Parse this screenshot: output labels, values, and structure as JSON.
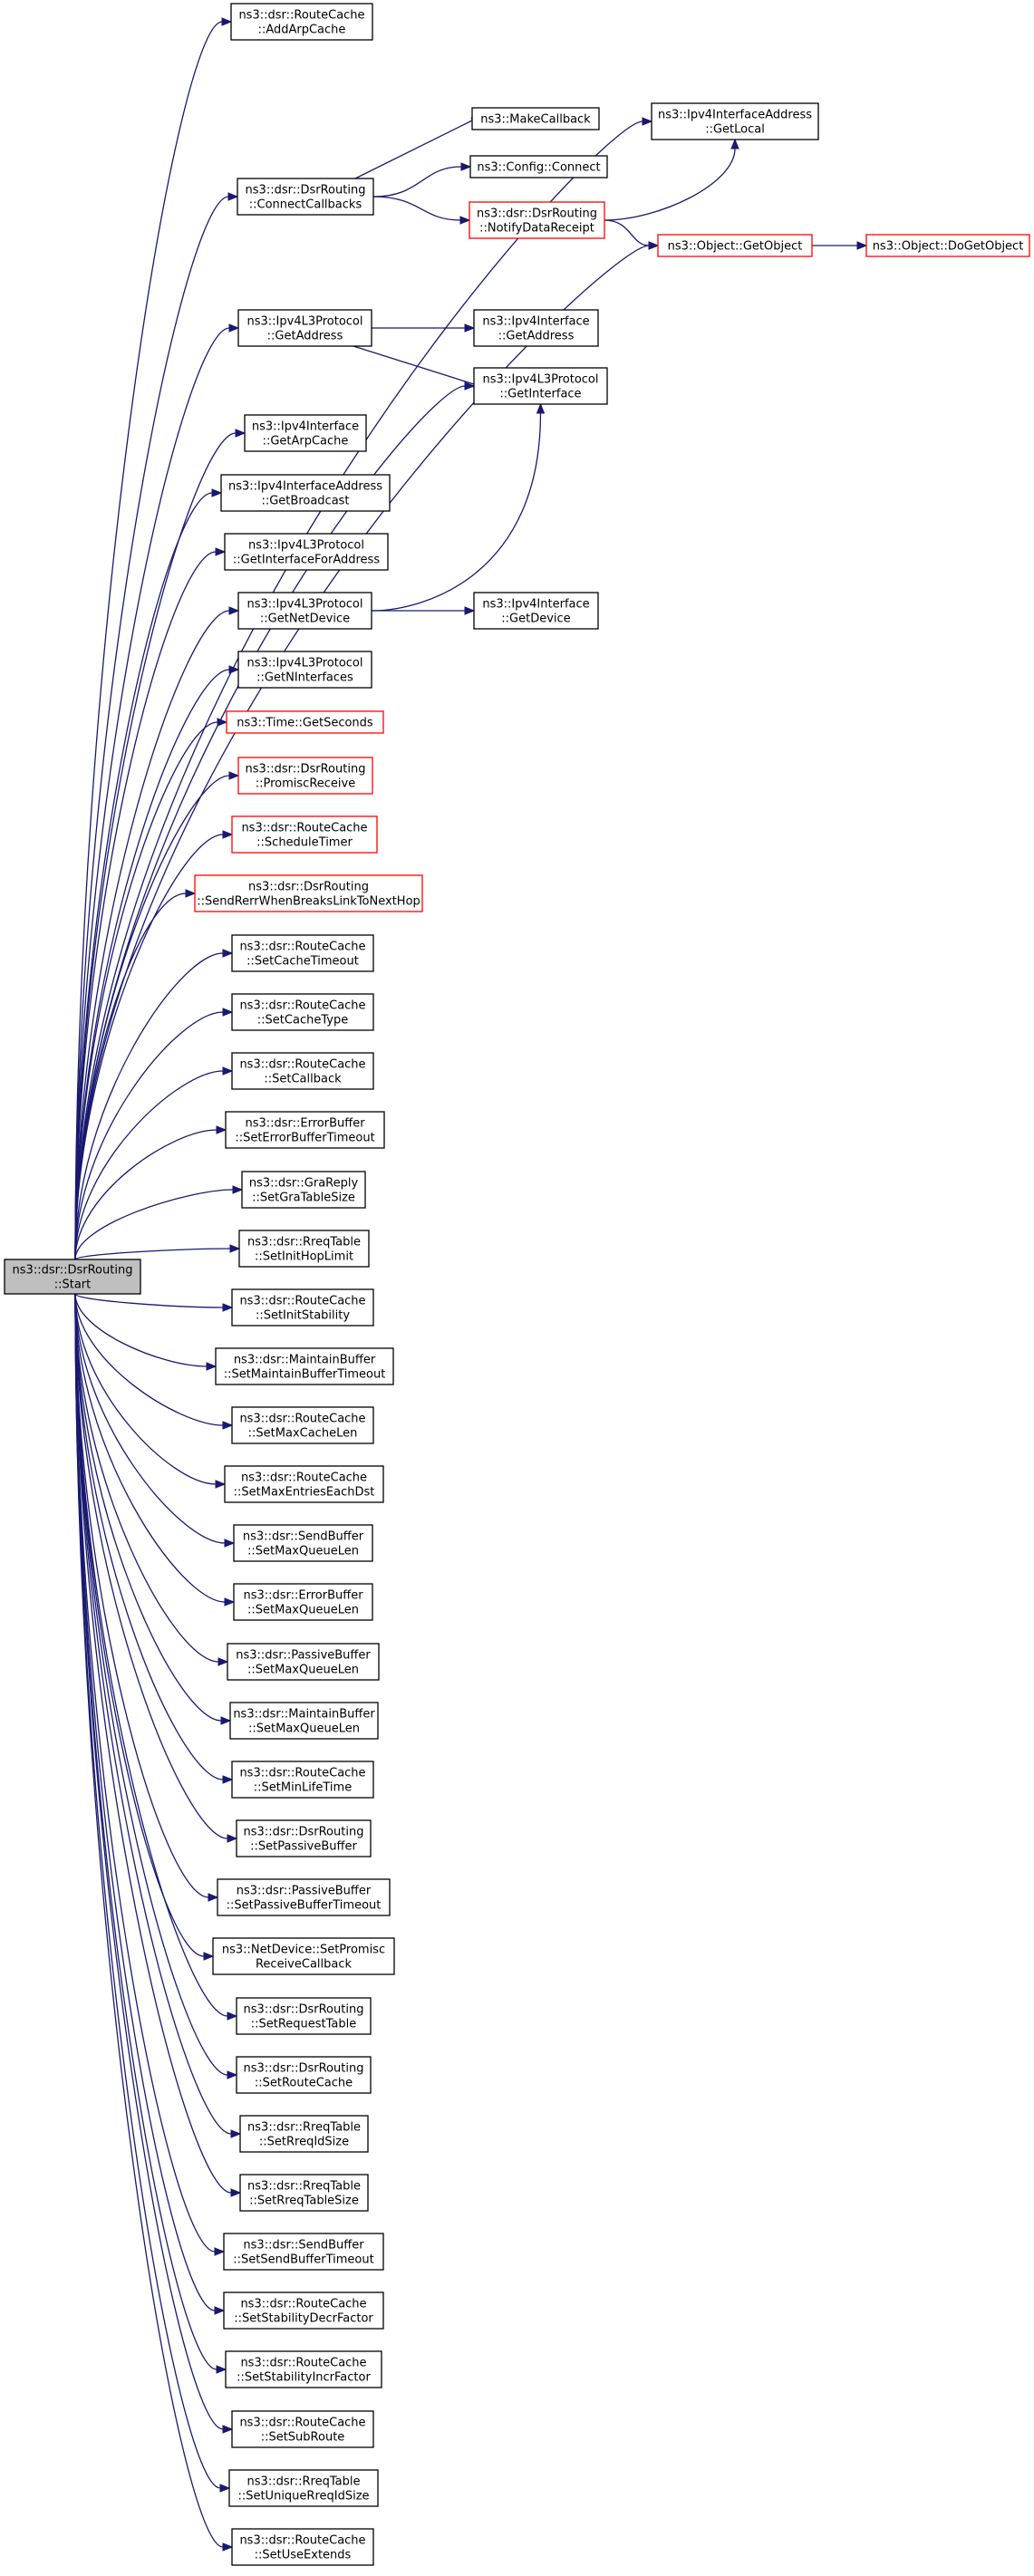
{
  "diagram": {
    "colors": {
      "edge": "#191970",
      "node_border": "#000000",
      "node_border_truncated": "#ff0000",
      "root_fill": "#bfbfbf",
      "node_fill": "#ffffff",
      "text": "#000000"
    },
    "nodes": [
      {
        "id": "start",
        "lines": [
          "ns3::dsr::DsrRouting",
          "::Start"
        ],
        "root": true
      },
      {
        "id": "addArpCache",
        "lines": [
          "ns3::dsr::RouteCache",
          "::AddArpCache"
        ]
      },
      {
        "id": "makeCallback",
        "lines": [
          "ns3::MakeCallback"
        ]
      },
      {
        "id": "getLocal",
        "lines": [
          "ns3::Ipv4InterfaceAddress",
          "::GetLocal"
        ]
      },
      {
        "id": "connectCallbacks",
        "lines": [
          "ns3::dsr::DsrRouting",
          "::ConnectCallbacks"
        ]
      },
      {
        "id": "configConnect",
        "lines": [
          "ns3::Config::Connect"
        ]
      },
      {
        "id": "notifyDataReceipt",
        "lines": [
          "ns3::dsr::DsrRouting",
          "::NotifyDataReceipt"
        ],
        "truncated": true
      },
      {
        "id": "getObject",
        "lines": [
          "ns3::Object::GetObject"
        ],
        "truncated": true
      },
      {
        "id": "doGetObject",
        "lines": [
          "ns3::Object::DoGetObject"
        ],
        "truncated": true
      },
      {
        "id": "l3GetAddress",
        "lines": [
          "ns3::Ipv4L3Protocol",
          "::GetAddress"
        ]
      },
      {
        "id": "ifGetAddress",
        "lines": [
          "ns3::Ipv4Interface",
          "::GetAddress"
        ]
      },
      {
        "id": "l3GetInterface",
        "lines": [
          "ns3::Ipv4L3Protocol",
          "::GetInterface"
        ]
      },
      {
        "id": "getArpCache",
        "lines": [
          "ns3::Ipv4Interface",
          "::GetArpCache"
        ]
      },
      {
        "id": "getBroadcast",
        "lines": [
          "ns3::Ipv4InterfaceAddress",
          "::GetBroadcast"
        ]
      },
      {
        "id": "getInterfaceForAddress",
        "lines": [
          "ns3::Ipv4L3Protocol",
          "::GetInterfaceForAddress"
        ]
      },
      {
        "id": "l3GetNetDevice",
        "lines": [
          "ns3::Ipv4L3Protocol",
          "::GetNetDevice"
        ]
      },
      {
        "id": "ifGetDevice",
        "lines": [
          "ns3::Ipv4Interface",
          "::GetDevice"
        ]
      },
      {
        "id": "getNInterfaces",
        "lines": [
          "ns3::Ipv4L3Protocol",
          "::GetNInterfaces"
        ]
      },
      {
        "id": "getSeconds",
        "lines": [
          "ns3::Time::GetSeconds"
        ],
        "truncated": true
      },
      {
        "id": "promiscReceive",
        "lines": [
          "ns3::dsr::DsrRouting",
          "::PromiscReceive"
        ],
        "truncated": true
      },
      {
        "id": "scheduleTimer",
        "lines": [
          "ns3::dsr::RouteCache",
          "::ScheduleTimer"
        ],
        "truncated": true
      },
      {
        "id": "sendRerr",
        "lines": [
          "ns3::dsr::DsrRouting",
          "::SendRerrWhenBreaksLinkToNextHop"
        ],
        "truncated": true
      },
      {
        "id": "setCacheTimeout",
        "lines": [
          "ns3::dsr::RouteCache",
          "::SetCacheTimeout"
        ]
      },
      {
        "id": "setCacheType",
        "lines": [
          "ns3::dsr::RouteCache",
          "::SetCacheType"
        ]
      },
      {
        "id": "setCallback",
        "lines": [
          "ns3::dsr::RouteCache",
          "::SetCallback"
        ]
      },
      {
        "id": "setErrorBufferTimeout",
        "lines": [
          "ns3::dsr::ErrorBuffer",
          "::SetErrorBufferTimeout"
        ]
      },
      {
        "id": "setGraTableSize",
        "lines": [
          "ns3::dsr::GraReply",
          "::SetGraTableSize"
        ]
      },
      {
        "id": "setInitHopLimit",
        "lines": [
          "ns3::dsr::RreqTable",
          "::SetInitHopLimit"
        ]
      },
      {
        "id": "setInitStability",
        "lines": [
          "ns3::dsr::RouteCache",
          "::SetInitStability"
        ]
      },
      {
        "id": "setMaintainBufferTimeout",
        "lines": [
          "ns3::dsr::MaintainBuffer",
          "::SetMaintainBufferTimeout"
        ]
      },
      {
        "id": "setMaxCacheLen",
        "lines": [
          "ns3::dsr::RouteCache",
          "::SetMaxCacheLen"
        ]
      },
      {
        "id": "setMaxEntriesEachDst",
        "lines": [
          "ns3::dsr::RouteCache",
          "::SetMaxEntriesEachDst"
        ]
      },
      {
        "id": "sendBufferSetMaxQueueLen",
        "lines": [
          "ns3::dsr::SendBuffer",
          "::SetMaxQueueLen"
        ]
      },
      {
        "id": "errorBufferSetMaxQueueLen",
        "lines": [
          "ns3::dsr::ErrorBuffer",
          "::SetMaxQueueLen"
        ]
      },
      {
        "id": "passiveBufferSetMaxQueueLen",
        "lines": [
          "ns3::dsr::PassiveBuffer",
          "::SetMaxQueueLen"
        ]
      },
      {
        "id": "maintainBufferSetMaxQueueLen",
        "lines": [
          "ns3::dsr::MaintainBuffer",
          "::SetMaxQueueLen"
        ]
      },
      {
        "id": "setMinLifeTime",
        "lines": [
          "ns3::dsr::RouteCache",
          "::SetMinLifeTime"
        ]
      },
      {
        "id": "setPassiveBuffer",
        "lines": [
          "ns3::dsr::DsrRouting",
          "::SetPassiveBuffer"
        ]
      },
      {
        "id": "setPassiveBufferTimeout",
        "lines": [
          "ns3::dsr::PassiveBuffer",
          "::SetPassiveBufferTimeout"
        ]
      },
      {
        "id": "setPromiscReceiveCallback",
        "lines": [
          "ns3::NetDevice::SetPromisc",
          "ReceiveCallback"
        ]
      },
      {
        "id": "setRequestTable",
        "lines": [
          "ns3::dsr::DsrRouting",
          "::SetRequestTable"
        ]
      },
      {
        "id": "setRouteCache",
        "lines": [
          "ns3::dsr::DsrRouting",
          "::SetRouteCache"
        ]
      },
      {
        "id": "setRreqIdSize",
        "lines": [
          "ns3::dsr::RreqTable",
          "::SetRreqIdSize"
        ]
      },
      {
        "id": "setRreqTableSize",
        "lines": [
          "ns3::dsr::RreqTable",
          "::SetRreqTableSize"
        ]
      },
      {
        "id": "setSendBufferTimeout",
        "lines": [
          "ns3::dsr::SendBuffer",
          "::SetSendBufferTimeout"
        ]
      },
      {
        "id": "setStabilityDecrFactor",
        "lines": [
          "ns3::dsr::RouteCache",
          "::SetStabilityDecrFactor"
        ]
      },
      {
        "id": "setStabilityIncrFactor",
        "lines": [
          "ns3::dsr::RouteCache",
          "::SetStabilityIncrFactor"
        ]
      },
      {
        "id": "setSubRoute",
        "lines": [
          "ns3::dsr::RouteCache",
          "::SetSubRoute"
        ]
      },
      {
        "id": "setUniqueRreqIdSize",
        "lines": [
          "ns3::dsr::RreqTable",
          "::SetUniqueRreqIdSize"
        ]
      },
      {
        "id": "setUseExtends",
        "lines": [
          "ns3::dsr::RouteCache",
          "::SetUseExtends"
        ]
      }
    ],
    "edges": [
      [
        "start",
        "addArpCache"
      ],
      [
        "start",
        "connectCallbacks"
      ],
      [
        "start",
        "getLocal"
      ],
      [
        "start",
        "getObject"
      ],
      [
        "start",
        "l3GetAddress"
      ],
      [
        "start",
        "l3GetInterface"
      ],
      [
        "start",
        "getArpCache"
      ],
      [
        "start",
        "getBroadcast"
      ],
      [
        "start",
        "getInterfaceForAddress"
      ],
      [
        "start",
        "l3GetNetDevice"
      ],
      [
        "start",
        "getNInterfaces"
      ],
      [
        "start",
        "getSeconds"
      ],
      [
        "start",
        "promiscReceive"
      ],
      [
        "start",
        "scheduleTimer"
      ],
      [
        "start",
        "sendRerr"
      ],
      [
        "start",
        "setCacheTimeout"
      ],
      [
        "start",
        "setCacheType"
      ],
      [
        "start",
        "setCallback"
      ],
      [
        "start",
        "setErrorBufferTimeout"
      ],
      [
        "start",
        "setGraTableSize"
      ],
      [
        "start",
        "setInitHopLimit"
      ],
      [
        "start",
        "setInitStability"
      ],
      [
        "start",
        "setMaintainBufferTimeout"
      ],
      [
        "start",
        "setMaxCacheLen"
      ],
      [
        "start",
        "setMaxEntriesEachDst"
      ],
      [
        "start",
        "sendBufferSetMaxQueueLen"
      ],
      [
        "start",
        "errorBufferSetMaxQueueLen"
      ],
      [
        "start",
        "passiveBufferSetMaxQueueLen"
      ],
      [
        "start",
        "maintainBufferSetMaxQueueLen"
      ],
      [
        "start",
        "setMinLifeTime"
      ],
      [
        "start",
        "setPassiveBuffer"
      ],
      [
        "start",
        "setPassiveBufferTimeout"
      ],
      [
        "start",
        "setPromiscReceiveCallback"
      ],
      [
        "start",
        "setRequestTable"
      ],
      [
        "start",
        "setRouteCache"
      ],
      [
        "start",
        "setRreqIdSize"
      ],
      [
        "start",
        "setRreqTableSize"
      ],
      [
        "start",
        "setSendBufferTimeout"
      ],
      [
        "start",
        "setStabilityDecrFactor"
      ],
      [
        "start",
        "setStabilityIncrFactor"
      ],
      [
        "start",
        "setSubRoute"
      ],
      [
        "start",
        "setUniqueRreqIdSize"
      ],
      [
        "start",
        "setUseExtends"
      ],
      [
        "connectCallbacks",
        "makeCallback"
      ],
      [
        "connectCallbacks",
        "configConnect"
      ],
      [
        "connectCallbacks",
        "notifyDataReceipt"
      ],
      [
        "notifyDataReceipt",
        "getLocal"
      ],
      [
        "notifyDataReceipt",
        "getObject"
      ],
      [
        "getObject",
        "doGetObject"
      ],
      [
        "l3GetAddress",
        "ifGetAddress"
      ],
      [
        "l3GetAddress",
        "l3GetInterface"
      ],
      [
        "l3GetNetDevice",
        "l3GetInterface"
      ],
      [
        "l3GetNetDevice",
        "ifGetDevice"
      ]
    ]
  }
}
